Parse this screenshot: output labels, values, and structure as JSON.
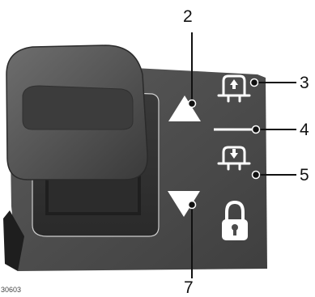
{
  "callouts": {
    "c2": "2",
    "c3": "3",
    "c4": "4",
    "c5": "5",
    "c7": "7"
  },
  "reference_code": "30603",
  "controls": {
    "raise_arrow_icon": "triangle-up-icon",
    "lower_arrow_icon": "triangle-down-icon",
    "raise_indicator_icon": "vehicle-raise-icon",
    "normal_height_icon": "horizontal-line-icon",
    "lower_indicator_icon": "vehicle-lower-icon",
    "lock_icon": "padlock-icon"
  },
  "colors": {
    "panel": "#4b4b4b",
    "switch": "#555555",
    "icons": "#ffffff",
    "leader_lines": "#111111"
  }
}
